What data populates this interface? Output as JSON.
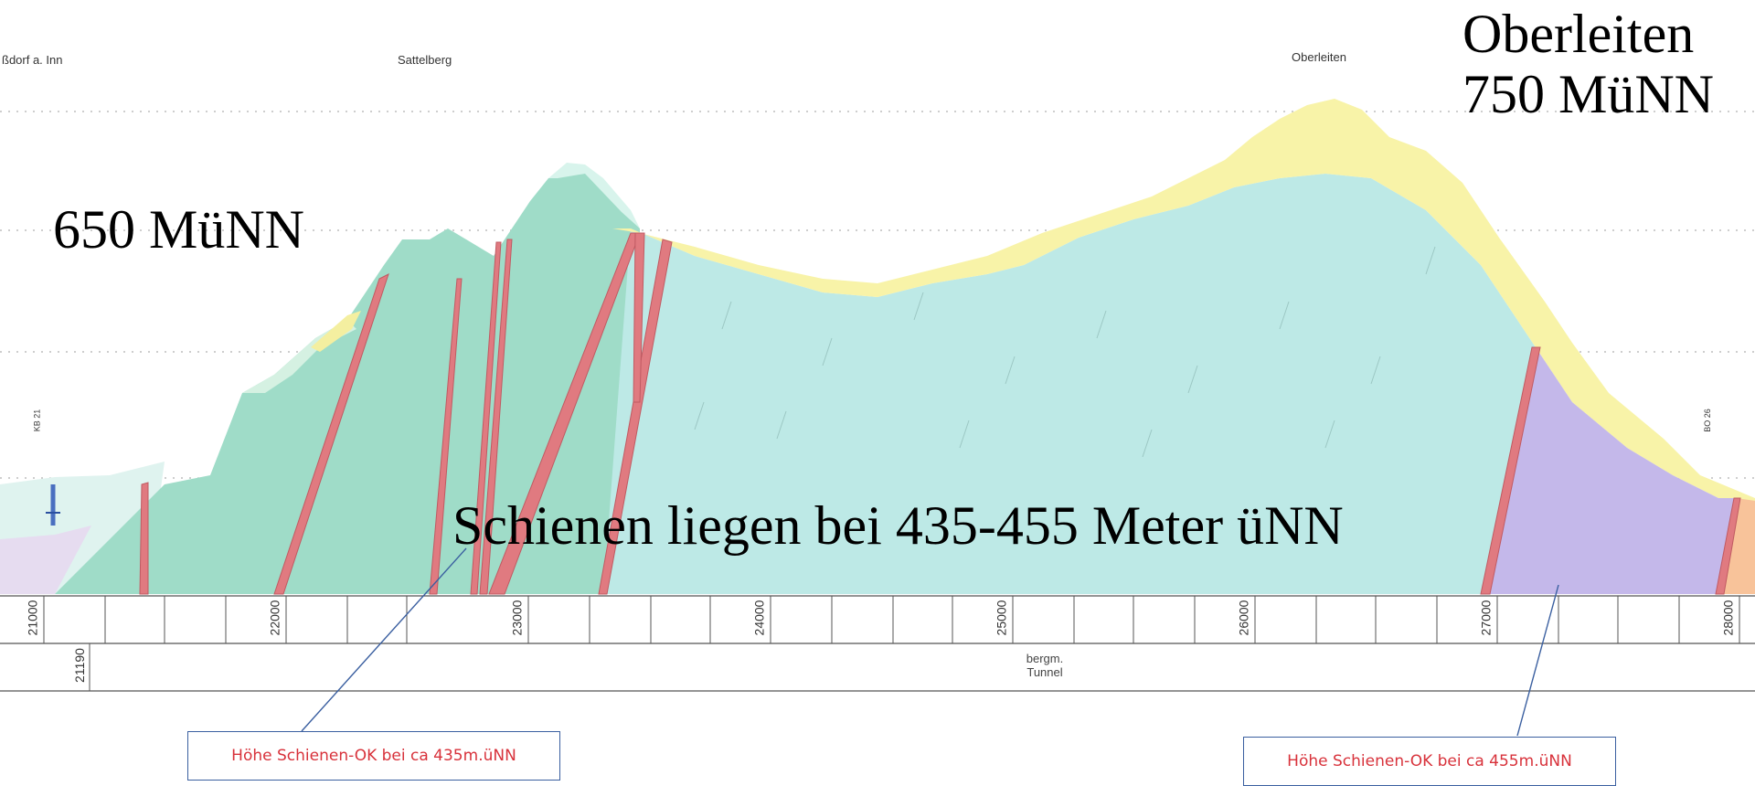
{
  "places": {
    "left": "ßdorf a. Inn",
    "middle": "Sattelberg",
    "right": "Oberleiten"
  },
  "annotations": {
    "summit_line1": "Oberleiten",
    "summit_line2": "750 MüNN",
    "height_left": "650 MüNN",
    "rails": "Schienen liegen bei 435-455 Meter üNN"
  },
  "chainage": {
    "ticks": [
      "21000",
      "22000",
      "23000",
      "24000",
      "25000",
      "26000",
      "27000",
      "28000"
    ],
    "start": "21190"
  },
  "tunnel": {
    "line1": "bergm.",
    "line2": "Tunnel"
  },
  "callouts": {
    "left": "Höhe Schienen-OK bei ca 435m.üNN",
    "right": "Höhe Schienen-OK bei ca 455m.üNN"
  },
  "small_labels": {
    "borehole": "KB 21",
    "right_marker": "BO 26"
  },
  "colors": {
    "cover_layer": "#f8f3a8",
    "green_rock": "#9fdcc8",
    "cyan_rock": "#bde9e6",
    "purple_rock": "#c4b8ea",
    "orange_rock": "#f8c39a",
    "fault": "#e07a80",
    "callout_text": "#d8323b",
    "callout_border": "#3a5fa0"
  }
}
